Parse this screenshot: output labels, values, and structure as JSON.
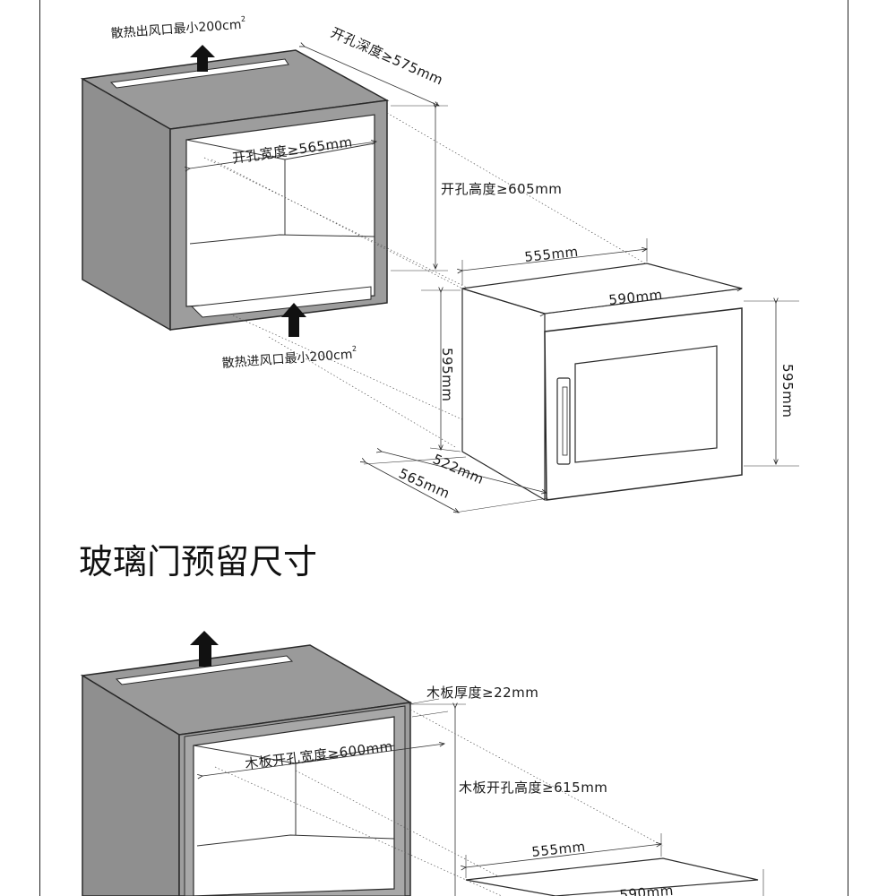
{
  "top_diagram": {
    "exhaust_label": "散热出风口最小200cm",
    "exhaust_sup": "2",
    "intake_label": "散热进风口最小200cm",
    "intake_sup": "2",
    "cutout_depth": "开孔深度≥575mm",
    "cutout_width": "开孔宽度≥565mm",
    "cutout_height": "开孔高度≥605mm",
    "unit_width_body": "555mm",
    "unit_width_front": "590mm",
    "unit_height_side": "595mm",
    "unit_height_front": "595mm",
    "unit_depth_body": "522mm",
    "unit_depth_total": "565mm"
  },
  "section_title": "玻璃门预留尺寸",
  "bottom_diagram": {
    "board_thickness": "木板厚度≥22mm",
    "board_cutout_width": "木板开孔宽度≥600mm",
    "board_cutout_height": "木板开孔高度≥615mm",
    "unit_width_body": "555mm",
    "unit_width_front": "590mm"
  },
  "colors": {
    "cabinet_fill": "#9a9a9a",
    "cabinet_stroke": "#2a2a2a",
    "inner_fill": "#ffffff",
    "arrow": "#111111"
  }
}
